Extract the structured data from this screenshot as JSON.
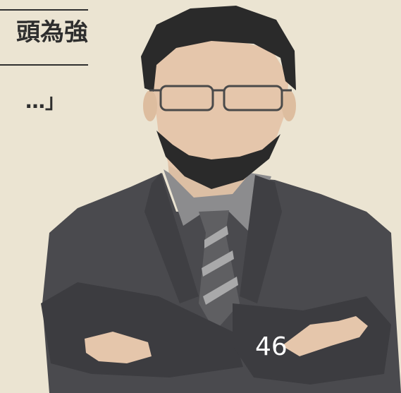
{
  "slide": {
    "heading_fragment": "頭為強",
    "quote_fragment": "…」",
    "page_number": "46"
  },
  "illustration": {
    "subject": "businessman-with-crossed-arms",
    "colors": {
      "background": "#ebe4d2",
      "hair": "#2a2a2a",
      "skin": "#e5c6ab",
      "beard": "#2a2a2a",
      "suit": "#4a4a4e",
      "shirt": "#8c8c8e",
      "tie": "#5f5f62",
      "tie_stripe": "#a9a9aa"
    }
  }
}
